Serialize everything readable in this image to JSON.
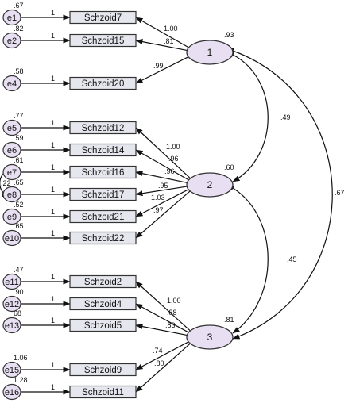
{
  "factors": [
    {
      "id": "f1",
      "label": "1",
      "r2": ".93"
    },
    {
      "id": "f2",
      "label": "2",
      "r2": ".60"
    },
    {
      "id": "f3",
      "label": "3",
      "r2": ".81"
    }
  ],
  "items": [
    {
      "name": "Schzoid7",
      "error": "e1",
      "error_var": ".67",
      "error_path": "1",
      "loading": "1.00",
      "factor": "f1"
    },
    {
      "name": "Schzoid15",
      "error": "e2",
      "error_var": ".82",
      "error_path": "1",
      "loading": ".81",
      "factor": "f1"
    },
    {
      "name": "Schzoid20",
      "error": "e4",
      "error_var": ".58",
      "error_path": "1",
      "loading": ".99",
      "factor": "f1"
    },
    {
      "name": "Schzoid12",
      "error": "e5",
      "error_var": ".77",
      "error_path": "1",
      "loading": "1.00",
      "factor": "f2"
    },
    {
      "name": "Schzoid14",
      "error": "e6",
      "error_var": ".59",
      "error_path": "1",
      "loading": ".96",
      "factor": "f2"
    },
    {
      "name": "Schzoid16",
      "error": "e7",
      "error_var": ".61",
      "error_path": "1",
      "loading": ".96",
      "factor": "f2"
    },
    {
      "name": "Schzoid17",
      "error": "e8",
      "error_var": ".65",
      "error_path": "1",
      "loading": ".95",
      "factor": "f2"
    },
    {
      "name": "Schzoid21",
      "error": "e9",
      "error_var": ".52",
      "error_path": "1",
      "loading": "1.03",
      "factor": "f2"
    },
    {
      "name": "Schzoid22",
      "error": "e10",
      "error_var": ".65",
      "error_path": "1",
      "loading": ".97",
      "factor": "f2"
    },
    {
      "name": "Schzoid2",
      "error": "e11",
      "error_var": ".47",
      "error_path": "1",
      "loading": "1.00",
      "factor": "f3"
    },
    {
      "name": "Schzoid4",
      "error": "e12",
      "error_var": ".90",
      "error_path": "1",
      "loading": ".88",
      "factor": "f3"
    },
    {
      "name": "Schzoid5",
      "error": "e13",
      "error_var": "68",
      "error_path": "1",
      "loading": ".83",
      "factor": "f3"
    },
    {
      "name": "Schzoid9",
      "error": "e15",
      "error_var": "1.06",
      "error_path": "1",
      "loading": ".74",
      "factor": "f3"
    },
    {
      "name": "Schzoid11",
      "error": "e16",
      "error_var": "1.28",
      "error_path": "1",
      "loading": ".80",
      "factor": "f3"
    }
  ],
  "factor_covariances": [
    {
      "from": "f1",
      "to": "f2",
      "value": ".49"
    },
    {
      "from": "f2",
      "to": "f3",
      "value": ".45"
    },
    {
      "from": "f1",
      "to": "f3",
      "value": ".67"
    }
  ],
  "error_covariances": [
    {
      "from": "e7",
      "to": "e8",
      "value": ".22"
    }
  ]
}
